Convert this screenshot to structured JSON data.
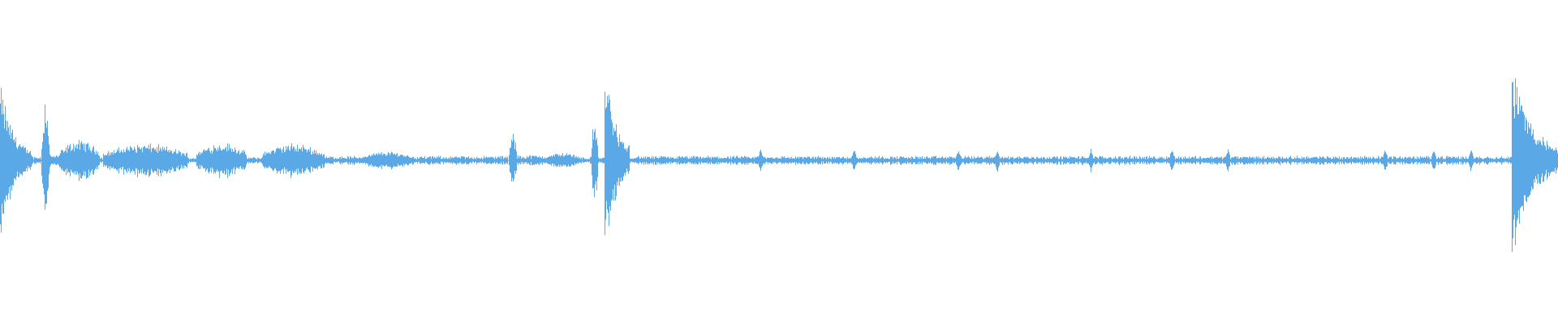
{
  "waveform": {
    "color": "#5aa9e6",
    "background": "#ffffff",
    "segments": [
      {
        "from": 0.0,
        "to": 0.02,
        "amp": 0.7,
        "type": "burst"
      },
      {
        "from": 0.02,
        "to": 0.026,
        "amp": 0.04,
        "type": "noise"
      },
      {
        "from": 0.026,
        "to": 0.032,
        "amp": 0.6,
        "type": "spike"
      },
      {
        "from": 0.032,
        "to": 0.038,
        "amp": 0.05,
        "type": "noise"
      },
      {
        "from": 0.038,
        "to": 0.064,
        "amp": 0.18,
        "type": "speech"
      },
      {
        "from": 0.064,
        "to": 0.066,
        "amp": 0.03,
        "type": "noise"
      },
      {
        "from": 0.066,
        "to": 0.12,
        "amp": 0.15,
        "type": "speech"
      },
      {
        "from": 0.12,
        "to": 0.126,
        "amp": 0.03,
        "type": "noise"
      },
      {
        "from": 0.126,
        "to": 0.158,
        "amp": 0.16,
        "type": "speech"
      },
      {
        "from": 0.158,
        "to": 0.168,
        "amp": 0.03,
        "type": "noise"
      },
      {
        "from": 0.168,
        "to": 0.208,
        "amp": 0.15,
        "type": "speech"
      },
      {
        "from": 0.208,
        "to": 0.232,
        "amp": 0.04,
        "type": "noise"
      },
      {
        "from": 0.232,
        "to": 0.265,
        "amp": 0.08,
        "type": "speech"
      },
      {
        "from": 0.265,
        "to": 0.326,
        "amp": 0.04,
        "type": "noise"
      },
      {
        "from": 0.326,
        "to": 0.332,
        "amp": 0.26,
        "type": "spike"
      },
      {
        "from": 0.332,
        "to": 0.35,
        "amp": 0.05,
        "type": "noise"
      },
      {
        "from": 0.35,
        "to": 0.372,
        "amp": 0.07,
        "type": "speech"
      },
      {
        "from": 0.372,
        "to": 0.379,
        "amp": 0.03,
        "type": "noise"
      },
      {
        "from": 0.379,
        "to": 0.384,
        "amp": 0.4,
        "type": "spike"
      },
      {
        "from": 0.384,
        "to": 0.388,
        "amp": 0.03,
        "type": "noise"
      },
      {
        "from": 0.388,
        "to": 0.404,
        "amp": 0.92,
        "type": "burst"
      },
      {
        "from": 0.404,
        "to": 0.97,
        "amp": 0.04,
        "type": "noise"
      },
      {
        "from": 0.97,
        "to": 1.0,
        "amp": 0.92,
        "type": "burst"
      }
    ],
    "small_spikes": [
      0.488,
      0.548,
      0.615,
      0.64,
      0.7,
      0.752,
      0.788,
      0.889,
      0.92,
      0.944
    ]
  }
}
